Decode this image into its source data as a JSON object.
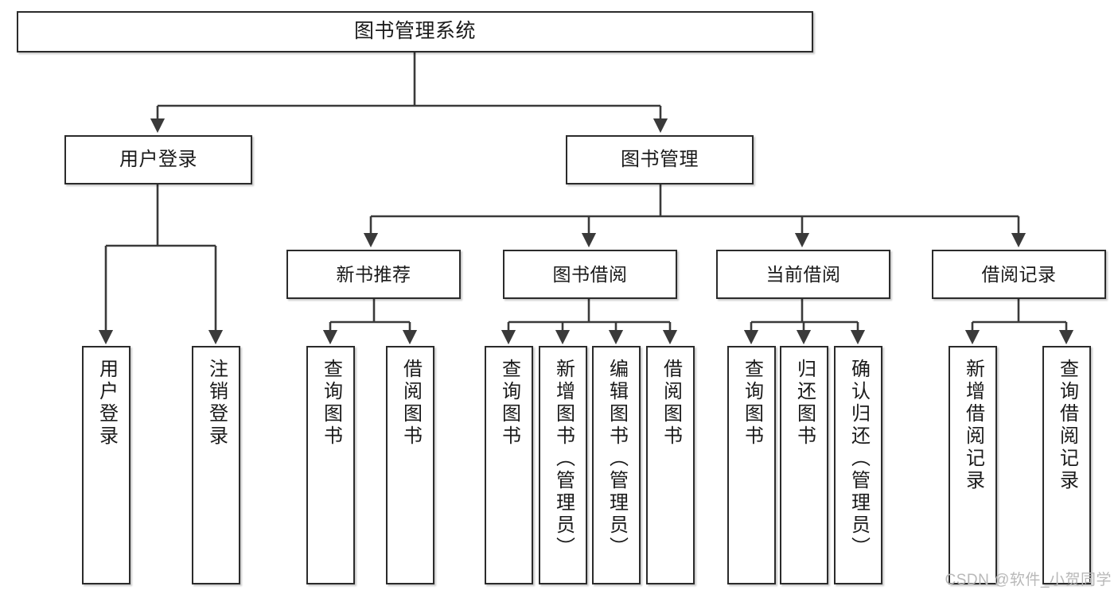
{
  "diagram": {
    "title": "图书管理系统",
    "type": "tree-hierarchy-chart",
    "colors": {
      "box_stroke": "#2b2b2b",
      "box_fill": "#ffffff",
      "connector": "#3a3a3a",
      "text": "#1a1a1a",
      "watermark": "#b8b8b8"
    },
    "nodes": {
      "root": {
        "label": "图书管理系统"
      },
      "level2": [
        {
          "id": "user-login",
          "label": "用户登录"
        },
        {
          "id": "book-manage",
          "label": "图书管理"
        }
      ],
      "level3": [
        {
          "id": "new-book-recommend",
          "label": "新书推荐"
        },
        {
          "id": "book-borrow",
          "label": "图书借阅"
        },
        {
          "id": "current-borrow",
          "label": "当前借阅"
        },
        {
          "id": "borrow-record",
          "label": "借阅记录"
        }
      ],
      "leaves": {
        "user-login": [
          {
            "id": "leaf-user-login",
            "label": "用户登录"
          },
          {
            "id": "leaf-logout-login",
            "label": "注销登录"
          }
        ],
        "new-book-recommend": [
          {
            "id": "leaf-query-book-1",
            "label": "查询图书"
          },
          {
            "id": "leaf-borrow-book-1",
            "label": "借阅图书"
          }
        ],
        "book-borrow": [
          {
            "id": "leaf-query-book-2",
            "label": "查询图书"
          },
          {
            "id": "leaf-add-book",
            "label": "新增图书（管理员）"
          },
          {
            "id": "leaf-edit-book",
            "label": "编辑图书（管理员）"
          },
          {
            "id": "leaf-borrow-book-2",
            "label": "借阅图书"
          }
        ],
        "current-borrow": [
          {
            "id": "leaf-query-book-3",
            "label": "查询图书"
          },
          {
            "id": "leaf-return-book",
            "label": "归还图书"
          },
          {
            "id": "leaf-confirm-return",
            "label": "确认归还（管理员）"
          }
        ],
        "borrow-record": [
          {
            "id": "leaf-add-record",
            "label": "新增借阅记录"
          },
          {
            "id": "leaf-query-record",
            "label": "查询借阅记录"
          }
        ]
      }
    }
  },
  "watermark": {
    "text": "CSDN @软件_小贺同学"
  }
}
